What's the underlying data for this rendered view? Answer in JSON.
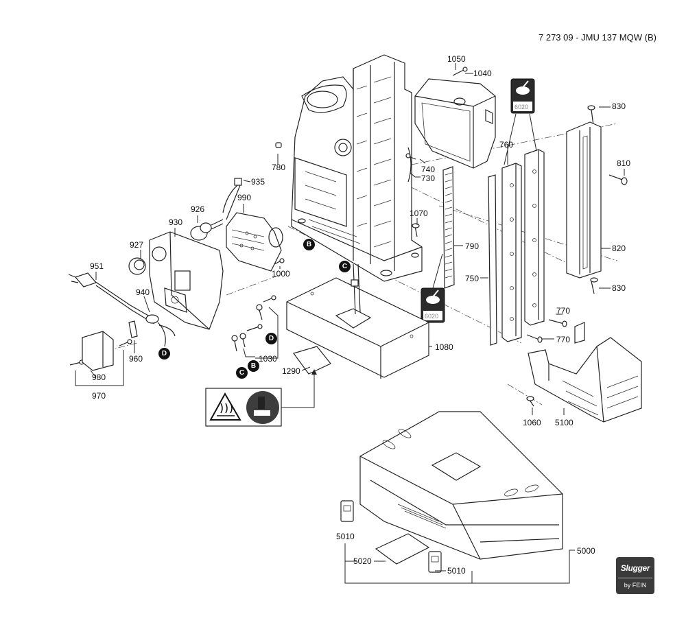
{
  "header": {
    "doc_id": "7 273 09 - JMU 137 MQW (B)"
  },
  "parts": [
    {
      "id": "1050",
      "text": "1050"
    },
    {
      "id": "1040",
      "text": "1040"
    },
    {
      "id": "830a",
      "text": "830"
    },
    {
      "id": "810",
      "text": "810"
    },
    {
      "id": "820",
      "text": "820"
    },
    {
      "id": "830b",
      "text": "830"
    },
    {
      "id": "760",
      "text": "760"
    },
    {
      "id": "780",
      "text": "780"
    },
    {
      "id": "740",
      "text": "740"
    },
    {
      "id": "730",
      "text": "730"
    },
    {
      "id": "935",
      "text": "935"
    },
    {
      "id": "990",
      "text": "990"
    },
    {
      "id": "926",
      "text": "926"
    },
    {
      "id": "930",
      "text": "930"
    },
    {
      "id": "927",
      "text": "927"
    },
    {
      "id": "1070",
      "text": "1070"
    },
    {
      "id": "790",
      "text": "790"
    },
    {
      "id": "1000",
      "text": "1000"
    },
    {
      "id": "951",
      "text": "951"
    },
    {
      "id": "940",
      "text": "940"
    },
    {
      "id": "750",
      "text": "750"
    },
    {
      "id": "770a",
      "text": "770"
    },
    {
      "id": "770b",
      "text": "770"
    },
    {
      "id": "1080",
      "text": "1080"
    },
    {
      "id": "1030",
      "text": "1030"
    },
    {
      "id": "960",
      "text": "960"
    },
    {
      "id": "980",
      "text": "980"
    },
    {
      "id": "970",
      "text": "970"
    },
    {
      "id": "1290",
      "text": "1290"
    },
    {
      "id": "1060",
      "text": "1060"
    },
    {
      "id": "5100",
      "text": "5100"
    },
    {
      "id": "5010a",
      "text": "5010"
    },
    {
      "id": "5000",
      "text": "5000"
    },
    {
      "id": "5020",
      "text": "5020"
    },
    {
      "id": "5010b",
      "text": "5010"
    }
  ],
  "callouts": [
    {
      "id": "B1",
      "text": "B"
    },
    {
      "id": "C1",
      "text": "C"
    },
    {
      "id": "D1",
      "text": "D"
    },
    {
      "id": "D2",
      "text": "D"
    },
    {
      "id": "C2",
      "text": "C"
    },
    {
      "id": "B2",
      "text": "B"
    }
  ],
  "grease_tag": "6020",
  "logo": {
    "brand": "Slugger",
    "sub": "by FEIN"
  }
}
